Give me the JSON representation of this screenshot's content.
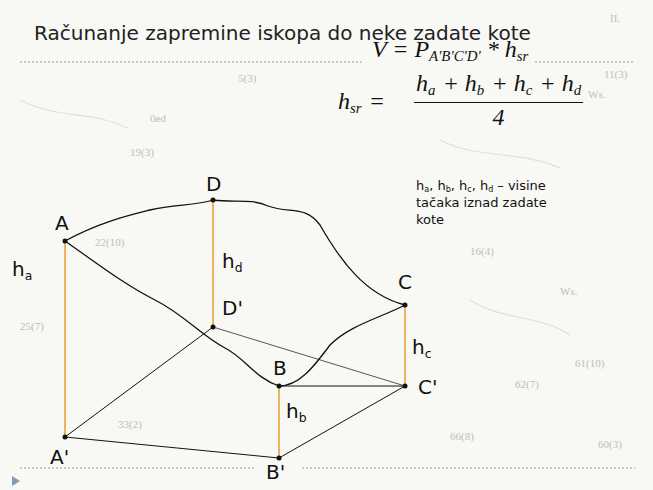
{
  "diagram": {
    "title": "Računanje zapremine iskopa do neke zadate kote",
    "labels": [
      "V = P",
      "A'B'C'D'",
      "* h",
      "sr",
      "h",
      "sr",
      "=",
      "h",
      "a",
      "+ h",
      "b",
      "+ h",
      "c",
      "+ h",
      "d",
      "4",
      "h",
      "a",
      ", h",
      "b",
      ", h",
      "c",
      ", h",
      "d",
      "– visine tačaka iznad zadate kote",
      "A",
      "D",
      "C",
      "B",
      "A'",
      "D'",
      "C'",
      "B'",
      "h",
      "a",
      "h",
      "d",
      "h",
      "c",
      "h",
      "b",
      "5(3)",
      "II.",
      "11(3)",
      "Ws.",
      "0ed",
      "19(3)",
      "22(10)",
      "25(7)",
      "16(4)",
      "Ws.",
      "61(10)",
      "62(7)",
      "66(8)",
      "60(3)",
      "33(2)"
    ]
  }
}
